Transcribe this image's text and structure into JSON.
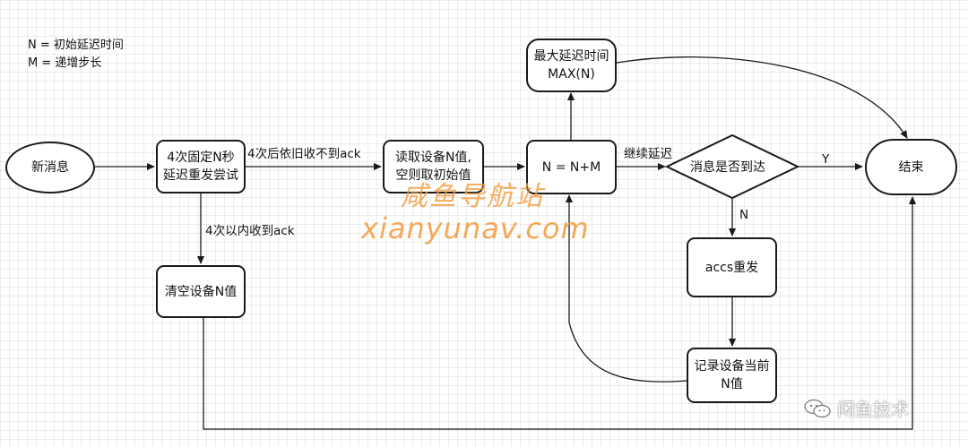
{
  "legend": {
    "line1": "N = 初始延迟时间",
    "line2": "M = 递增步长"
  },
  "nodes": {
    "new_msg": "新消息",
    "fixed_retry_l1": "4次固定N秒",
    "fixed_retry_l2": "延迟重发尝试",
    "clear_n": "清空设备N值",
    "read_n_l1": "读取设备N值,",
    "read_n_l2": "空则取初始值",
    "n_plus_m": "N = N+M",
    "max_delay_l1": "最大延迟时间",
    "max_delay_l2": "MAX(N)",
    "arrived": "消息是否到达",
    "end": "结束",
    "accs_resend": "accs重发",
    "record_n_l1": "记录设备当前",
    "record_n_l2": "N值"
  },
  "edges": {
    "no_ack_after_4": "4次后依旧收不到ack",
    "ack_within_4": "4次以内收到ack",
    "continue_delay": "继续延迟",
    "yes": "Y",
    "no": "N"
  },
  "watermark": {
    "cn": "咸鱼导航站",
    "en": "xianyunav.com"
  },
  "brand": {
    "label": "闲鱼技术"
  },
  "colors": {
    "stroke": "#1a1a1a",
    "watermark": "#f39b3a",
    "grid": "#e6e6e6"
  }
}
